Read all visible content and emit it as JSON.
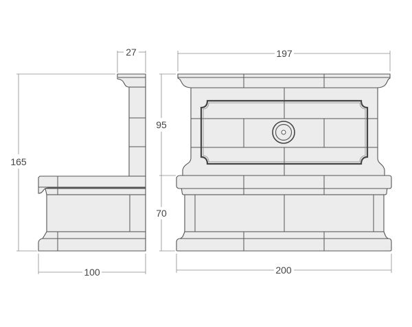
{
  "drawing": {
    "title": "Fountain dimension drawing",
    "units": "cm",
    "colors": {
      "stone_fill": "#ececec",
      "outline": "#555555",
      "dimension_line": "#8a8a8a",
      "text": "#444444"
    },
    "side_view": {
      "dimensions": {
        "top_depth": "27",
        "total_height": "165",
        "base_depth": "100"
      }
    },
    "front_view": {
      "dimensions": {
        "top_width": "197",
        "upper_height": "95",
        "lower_height": "70",
        "base_width": "200"
      },
      "features": [
        "cornice",
        "recessed-panel",
        "water-spout-rosette",
        "basin-rim",
        "plinth"
      ]
    }
  }
}
